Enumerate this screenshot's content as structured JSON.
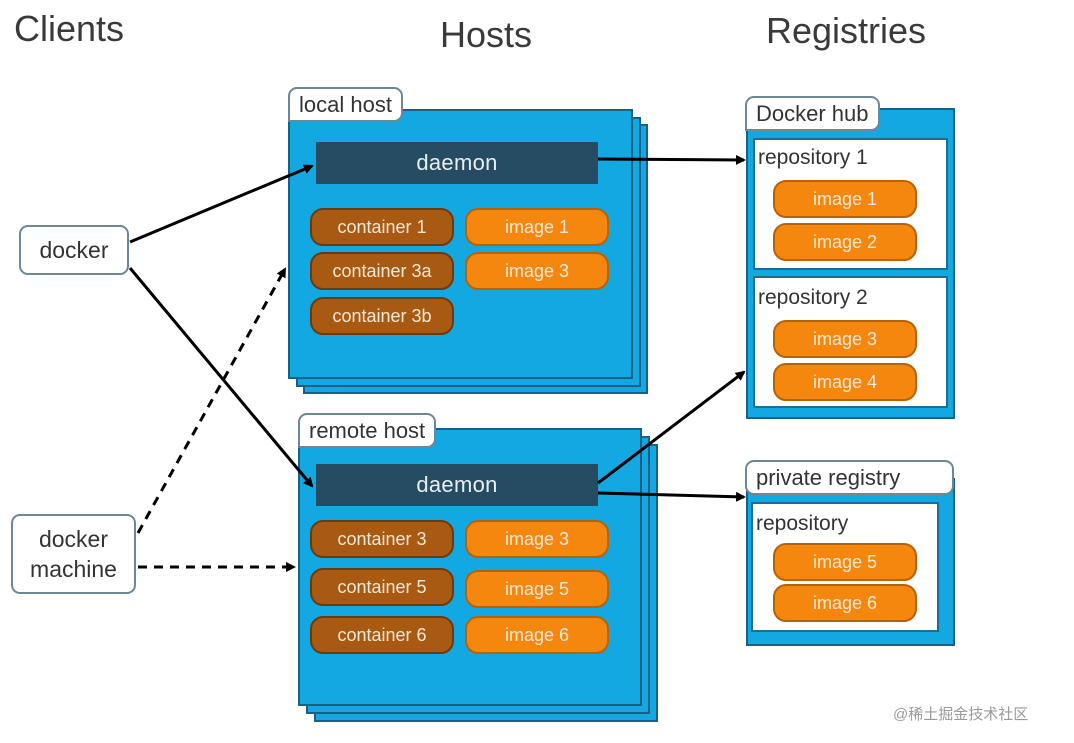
{
  "columns": {
    "clients": "Clients",
    "hosts": "Hosts",
    "registries": "Registries"
  },
  "clients": {
    "docker": "docker",
    "docker_machine_line1": "docker",
    "docker_machine_line2": "machine"
  },
  "local_host": {
    "label": "local host",
    "daemon": "daemon",
    "containers": [
      "container 1",
      "container 3a",
      "container 3b"
    ],
    "images": [
      "image 1",
      "image 3"
    ]
  },
  "remote_host": {
    "label": "remote host",
    "daemon": "daemon",
    "containers": [
      "container 3",
      "container 5",
      "container 6"
    ],
    "images": [
      "image 3",
      "image 5",
      "image 6"
    ]
  },
  "docker_hub": {
    "label": "Docker hub",
    "repositories": [
      {
        "name": "repository 1",
        "images": [
          "image 1",
          "image 2"
        ]
      },
      {
        "name": "repository 2",
        "images": [
          "image 3",
          "image 4"
        ]
      }
    ]
  },
  "private_registry": {
    "label": "private registry",
    "repository": {
      "name": "repository",
      "images": [
        "image 5",
        "image 6"
      ]
    }
  },
  "watermark": "@稀土掘金技术社区",
  "colors": {
    "host_blue": "#13a8e2",
    "daemon_navy": "#264c63",
    "container_brown": "#a85a12",
    "image_orange": "#f5870f"
  }
}
